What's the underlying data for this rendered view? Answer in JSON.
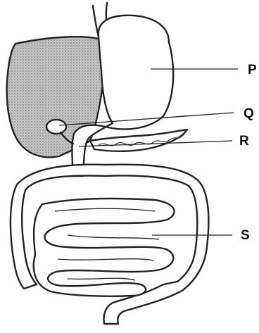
{
  "labels": {
    "p": "P",
    "q": "Q",
    "r": "R",
    "s": "S"
  },
  "colors": {
    "stroke": "#222222",
    "liver_shading": "#a9a9a9",
    "background": "#ffffff"
  },
  "icons": [
    "liver-shape",
    "stomach-shape",
    "gall-bladder-shape",
    "pancreas-shape",
    "small-intestine-shape",
    "large-intestine-shape"
  ]
}
